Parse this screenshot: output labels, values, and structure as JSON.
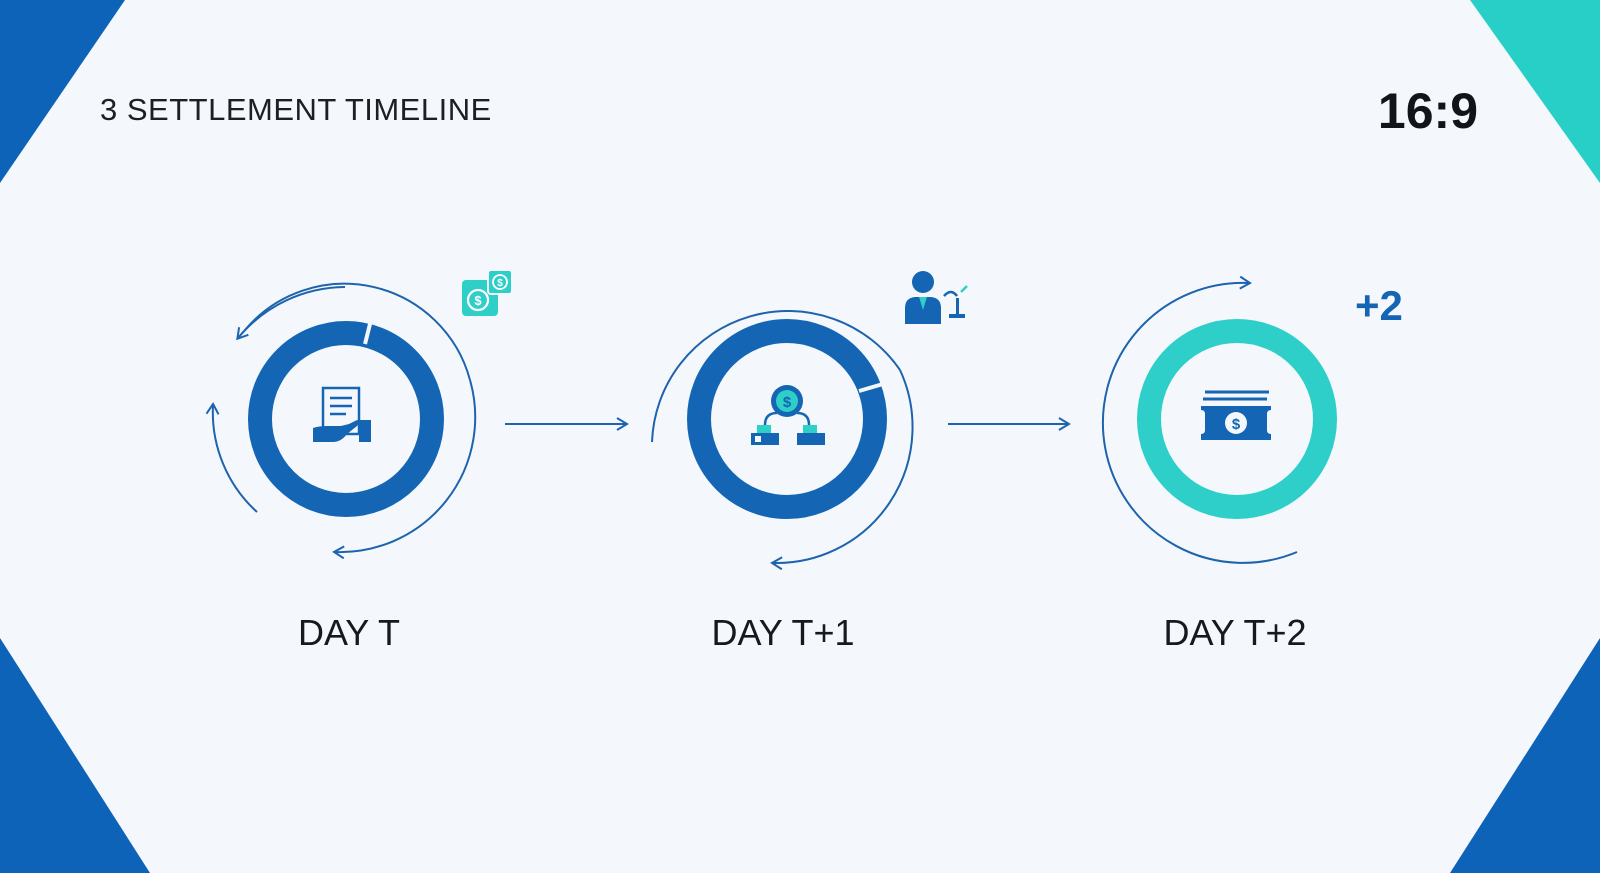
{
  "header": {
    "title": "3 SETTLEMENT TIMELINE",
    "aspect_ratio_label": "16:9"
  },
  "badge": "+2",
  "steps": [
    {
      "label": "DAY T",
      "ring_color": "#1465b4",
      "center_icon": "document-hand-icon",
      "side_icon": "dollar-cards-icon"
    },
    {
      "label": "DAY T+1",
      "ring_color": "#1465b4",
      "center_icon": "dollar-network-icon",
      "side_icon": "person-chart-icon"
    },
    {
      "label": "DAY T+2",
      "ring_color": "#2ecfc8",
      "center_icon": "banknote-icon",
      "side_icon": ""
    }
  ],
  "colors": {
    "primary_blue": "#1465b4",
    "teal": "#2ecfc8",
    "background": "#f4f8fc",
    "text": "#151920"
  }
}
